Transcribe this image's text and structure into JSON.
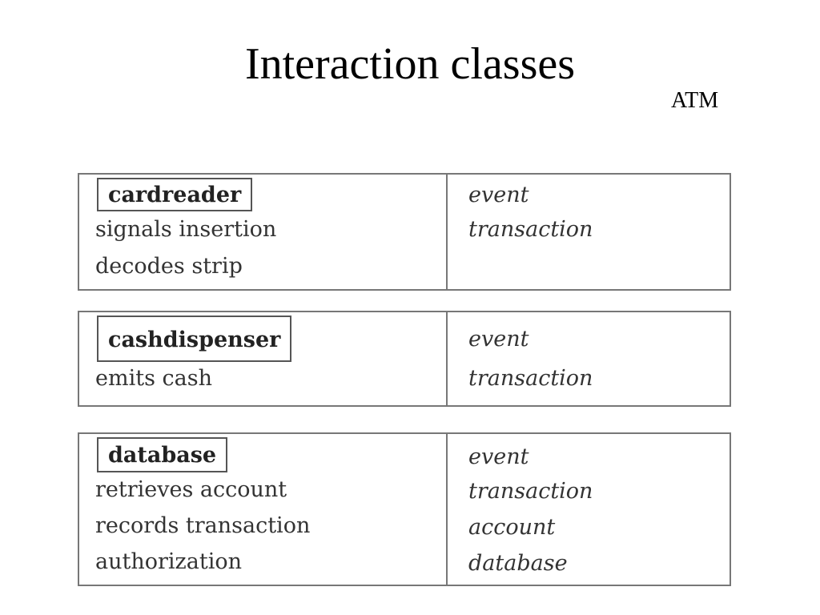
{
  "slide": {
    "title": "Interaction classes",
    "subtitle": "ATM"
  },
  "classes": [
    {
      "name": "cardreader",
      "responsibilities": [
        "signals insertion",
        "decodes strip"
      ],
      "collaborators": [
        "event",
        "transaction"
      ]
    },
    {
      "name": "cashdispenser",
      "responsibilities": [
        "emits cash"
      ],
      "collaborators": [
        "event",
        "transaction"
      ]
    },
    {
      "name": "database",
      "responsibilities": [
        "retrieves account",
        "records transaction",
        "authorization"
      ],
      "collaborators": [
        "event",
        "transaction",
        "account",
        "database"
      ]
    }
  ]
}
